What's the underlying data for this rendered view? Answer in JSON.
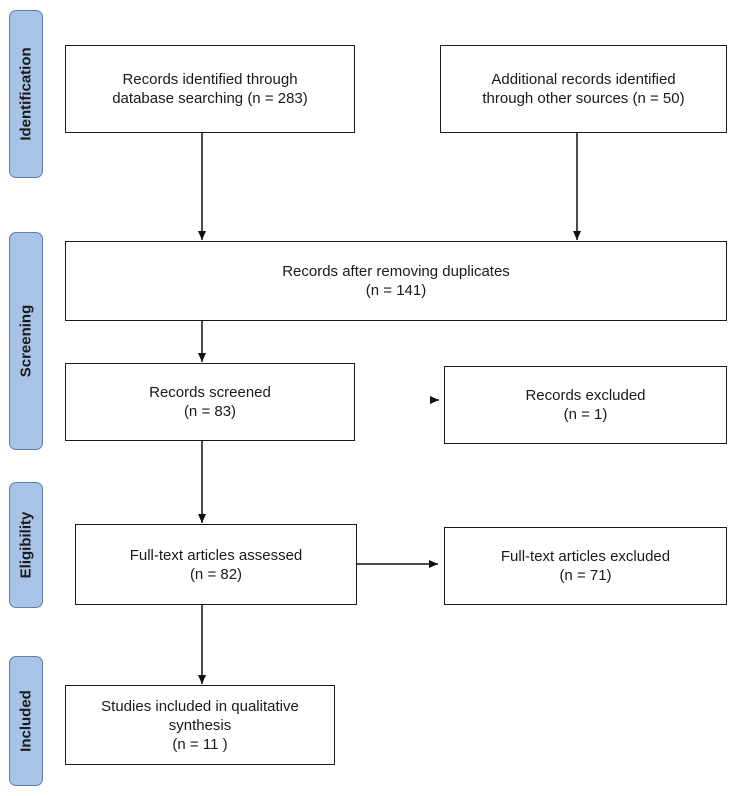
{
  "phases": {
    "identification": "Identification",
    "screening": "Screening",
    "eligibility": "Eligibility",
    "included": "Included"
  },
  "boxes": {
    "db_search": {
      "line1": "Records identified through",
      "line2": "database searching (n = 283)"
    },
    "other_sources": {
      "line1": "Additional records identified",
      "line2": "through other sources (n = 50)"
    },
    "after_duplicates": {
      "line1": "Records after removing duplicates",
      "line2": "(n = 141)"
    },
    "screened": {
      "line1": "Records screened",
      "line2": "(n = 83)"
    },
    "excluded": {
      "line1": "Records excluded",
      "line2": "(n = 1)"
    },
    "fulltext_assessed": {
      "line1": "Full-text articles assessed",
      "line2": "(n = 82)"
    },
    "fulltext_excluded": {
      "line1": "Full-text articles excluded",
      "line2": "(n = 71)"
    },
    "included": {
      "line1": "Studies included in qualitative",
      "line2": "synthesis",
      "line3": "(n = 11 )"
    }
  }
}
